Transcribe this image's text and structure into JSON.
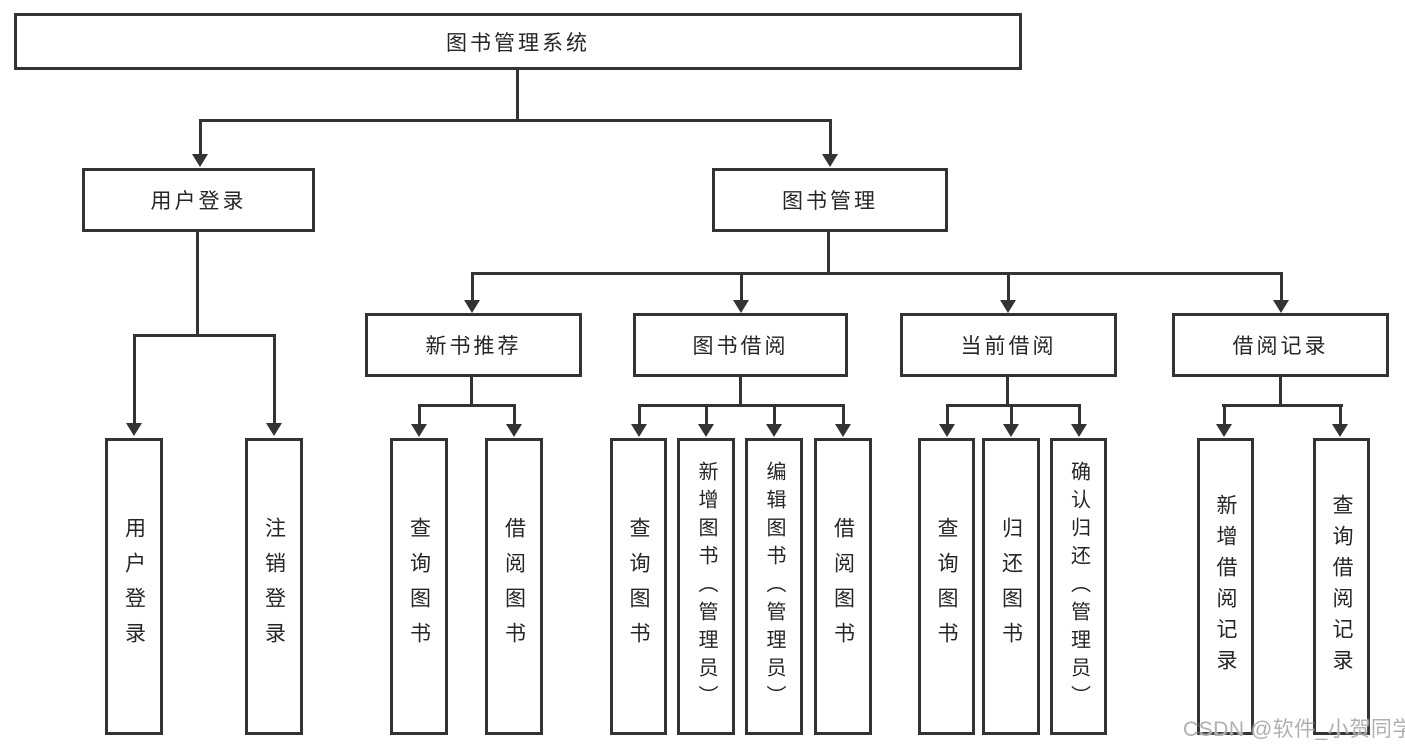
{
  "diagram": {
    "label": "图书管理系统",
    "children": [
      {
        "label": "用户登录",
        "children": [
          {
            "label": "用户登录"
          },
          {
            "label": "注销登录"
          }
        ]
      },
      {
        "label": "图书管理",
        "children": [
          {
            "label": "新书推荐",
            "children": [
              {
                "label": "查询图书"
              },
              {
                "label": "借阅图书"
              }
            ]
          },
          {
            "label": "图书借阅",
            "children": [
              {
                "label": "查询图书"
              },
              {
                "label": "新增图书（管理员）"
              },
              {
                "label": "编辑图书（管理员）"
              },
              {
                "label": "借阅图书"
              }
            ]
          },
          {
            "label": "当前借阅",
            "children": [
              {
                "label": "查询图书"
              },
              {
                "label": "归还图书"
              },
              {
                "label": "确认归还（管理员）"
              }
            ]
          },
          {
            "label": "借阅记录",
            "children": [
              {
                "label": "新增借阅记录"
              },
              {
                "label": "查询借阅记录"
              }
            ]
          }
        ]
      }
    ]
  },
  "watermark": {
    "text": "CSDN @软件_小贺同学"
  },
  "colors": {
    "line": "#333333",
    "text": "#262626",
    "box_background": "#ffffff",
    "page_background": "#ffffff",
    "watermark": "#b0b0b0"
  }
}
